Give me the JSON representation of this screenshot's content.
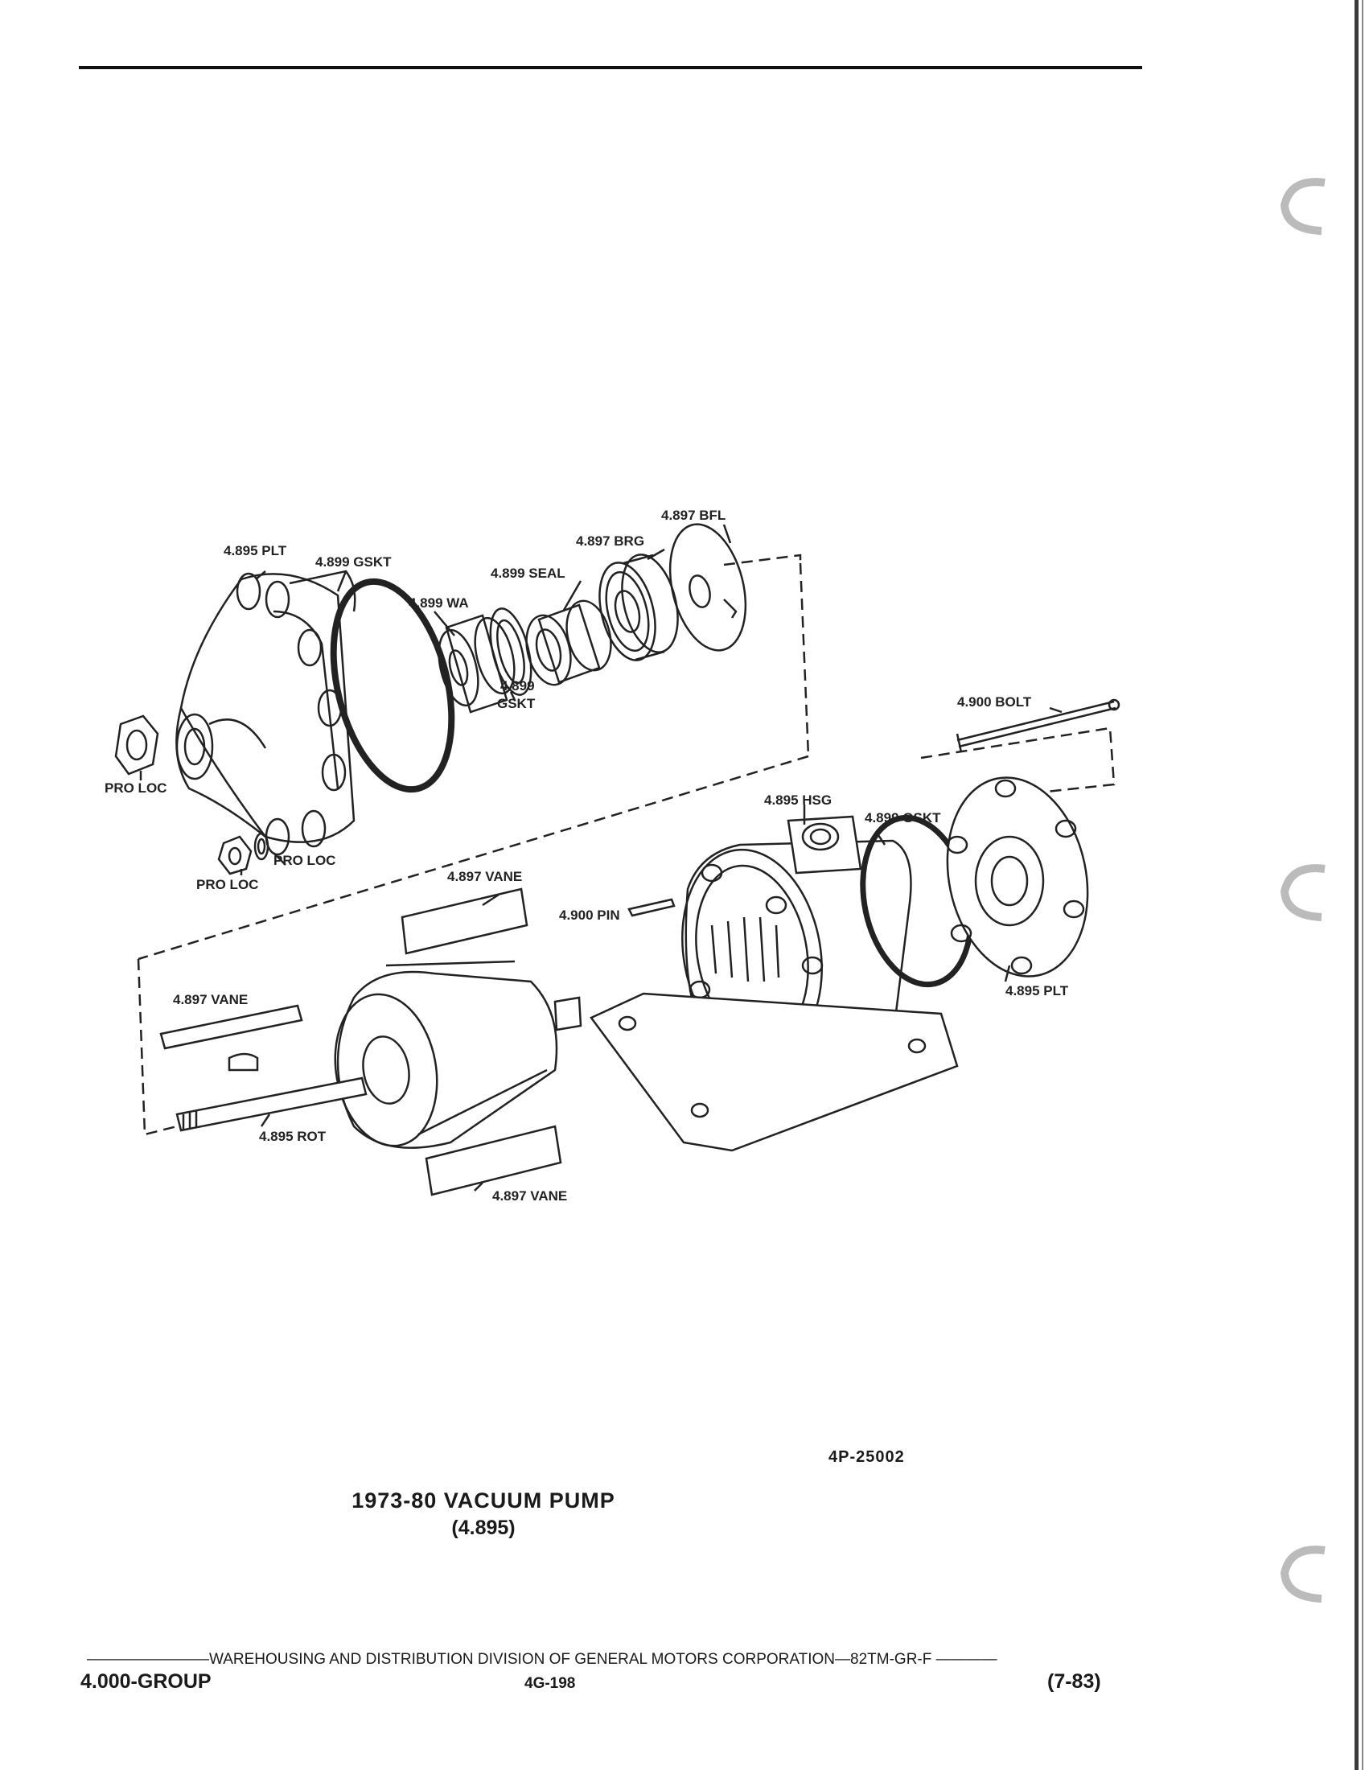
{
  "labels": {
    "plt_top": "4.895 PLT",
    "gskt_top": "4.899 GSKT",
    "wa": "4.899 WA",
    "seal": "4.899 SEAL",
    "brg": "4.897 BRG",
    "bfl": "4.897 BFL",
    "gskt_small_1": "4.899",
    "gskt_small_2": "GSKT",
    "bolt": "4.900 BOLT",
    "pro_loc_1": "PRO LOC",
    "pro_loc_2": "PRO LOC",
    "pro_loc_3": "PRO LOC",
    "hsg": "4.895 HSG",
    "gskt_right": "4.899 GSKT",
    "vane_top": "4.897 VANE",
    "pin": "4.900 PIN",
    "vane_left": "4.897 VANE",
    "plt_right": "4.895 PLT",
    "rot": "4.895 ROT",
    "vane_bottom": "4.897 VANE"
  },
  "figure_id": "4P-25002",
  "caption": {
    "title": "1973-80 VACUUM PUMP",
    "subtitle": "(4.895)"
  },
  "footer": {
    "line": "————————WAREHOUSING AND DISTRIBUTION  DIVISION OF GENERAL MOTORS CORPORATION—82TM-GR-F  ————",
    "left": "4.000-GROUP",
    "center": "4G-198",
    "right": "(7-83)"
  }
}
